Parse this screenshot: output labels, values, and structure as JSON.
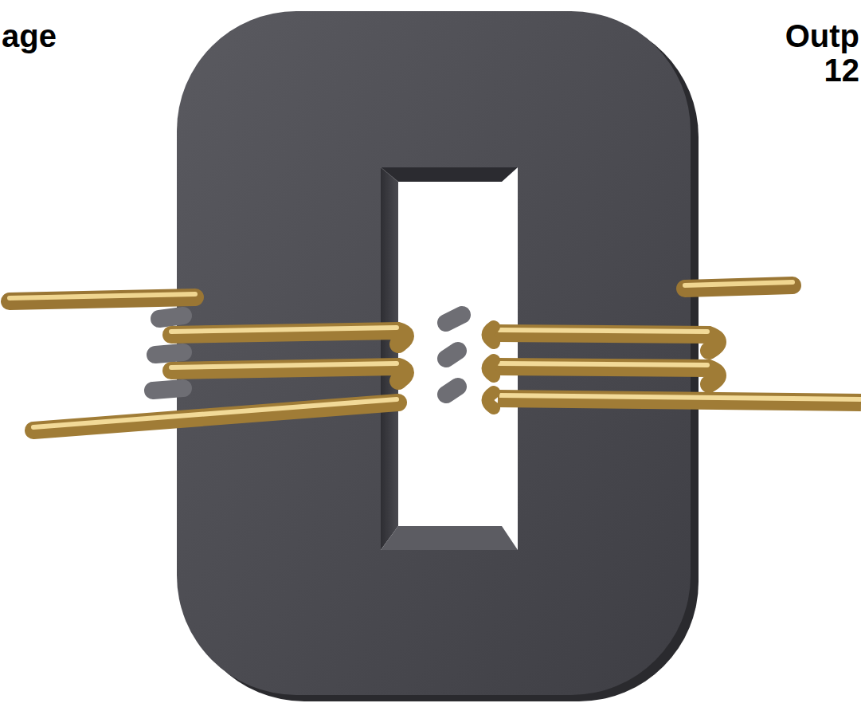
{
  "diagram": {
    "labels": [
      "age",
      "Outp",
      "12"
    ]
  }
}
